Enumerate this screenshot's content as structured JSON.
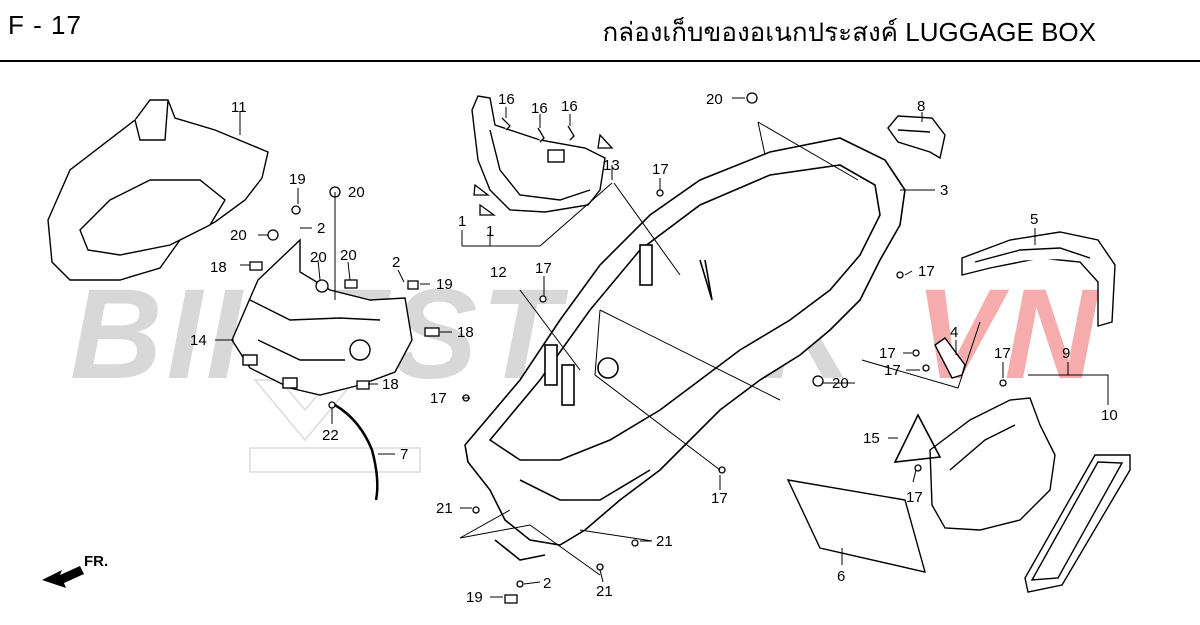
{
  "header": {
    "code": "F - 17",
    "title": "กล่องเก็บของอเนกประสงค์  LUGGAGE BOX"
  },
  "watermark": {
    "text_dark": "BIKESTOCK",
    "text_red": "VN",
    "color_dark": "#b9b9b9",
    "color_red": "#f06a6a"
  },
  "direction": {
    "label": "FR."
  },
  "parts": {
    "p1": "1",
    "p2": "2",
    "p3": "3",
    "p4": "4",
    "p5": "5",
    "p6": "6",
    "p7": "7",
    "p8": "8",
    "p9": "9",
    "p10": "10",
    "p11": "11",
    "p12": "12",
    "p13": "13",
    "p14": "14",
    "p15": "15",
    "p16": "16",
    "p17": "17",
    "p18": "18",
    "p19": "19",
    "p20": "20",
    "p21": "21",
    "p22": "22"
  },
  "colors": {
    "line": "#000000",
    "background": "#ffffff"
  }
}
